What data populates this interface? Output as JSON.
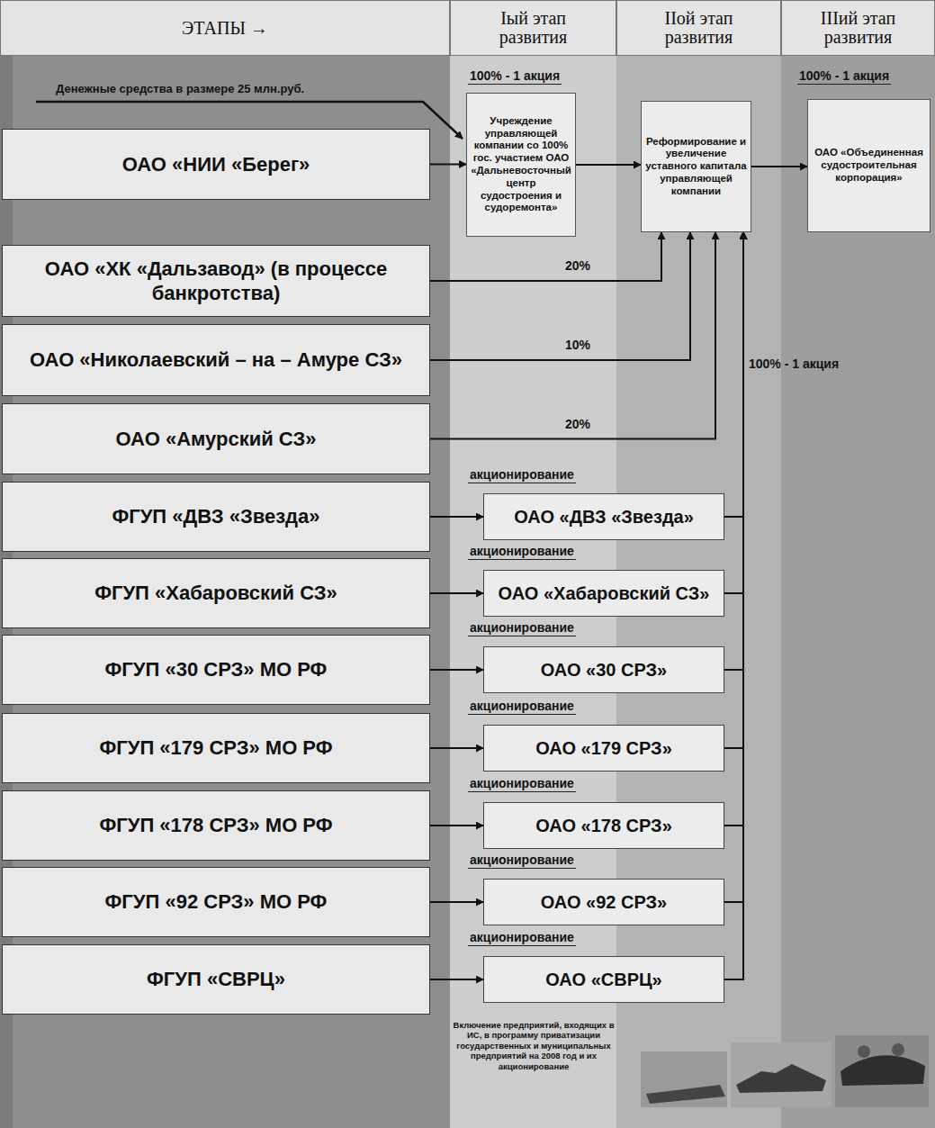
{
  "diagram": {
    "nodes": [
      {
        "text": [
          "ЭТАПЫ →"
        ]
      },
      {
        "text": [
          "Iый этап развития"
        ]
      },
      {
        "text": [
          "IIой этап развития"
        ]
      },
      {
        "text": [
          "IIIий этап развития"
        ]
      },
      {
        "text": [
          "ОАО «НИИ «Берег»"
        ]
      },
      {
        "text": [
          "Учреждение управляющей компании со 100% гос. участием ОАО «Дальневосточный центр судостроения и судоремонта»"
        ]
      },
      {
        "text": [
          "Реформирование и увеличение уставного капитала управляющей компании"
        ]
      },
      {
        "text": [
          "ОАО «Объединенная судостроительная корпорация»"
        ]
      },
      {
        "text": [
          "ОАО «ХК «Дальзавод» (в процессе банкротства)"
        ]
      },
      {
        "text": [
          "ОАО «Николаевский – на – Амуре СЗ»"
        ]
      },
      {
        "text": [
          "ОАО «Амурский СЗ»"
        ]
      },
      {
        "text": [
          "ФГУП «ДВЗ «Звезда»"
        ]
      },
      {
        "text": [
          "ОАО «ДВЗ «Звезда»"
        ]
      },
      {
        "text": [
          "ФГУП «Хабаровский СЗ»"
        ]
      },
      {
        "text": [
          "ОАО «Хабаровский СЗ»"
        ]
      },
      {
        "text": [
          "ФГУП «30 СРЗ» МО РФ"
        ]
      },
      {
        "text": [
          "ОАО «30 СРЗ»"
        ]
      },
      {
        "text": [
          "ФГУП «179 СРЗ» МО РФ"
        ]
      },
      {
        "text": [
          "ОАО «179 СРЗ»"
        ]
      },
      {
        "text": [
          "ФГУП «178 СРЗ» МО РФ"
        ]
      },
      {
        "text": [
          "ОАО «178 СРЗ»"
        ]
      },
      {
        "text": [
          "ФГУП «92 СРЗ» МО РФ"
        ]
      },
      {
        "text": [
          "ОАО «92 СРЗ»"
        ]
      },
      {
        "text": [
          "ФГУП «СВРЦ»"
        ]
      },
      {
        "text": [
          "ОАО «СВРЦ»"
        ]
      }
    ],
    "edges": [
      {
        "from": 4,
        "to": 5,
        "arrow": "to",
        "label": "100% - 1 акция"
      },
      {
        "from": 5,
        "to": 6,
        "arrow": "to"
      },
      {
        "from": 6,
        "to": 7,
        "arrow": "to",
        "label": "100% - 1 акция"
      },
      {
        "from": 8,
        "to": 6,
        "arrow": "to",
        "label": "20%"
      },
      {
        "from": 9,
        "to": 6,
        "arrow": "to",
        "label": "10%"
      },
      {
        "from": 10,
        "to": 6,
        "arrow": "to",
        "label": "20%"
      },
      {
        "from": 11,
        "to": 12,
        "arrow": "to",
        "label": "акционирование"
      },
      {
        "from": 13,
        "to": 14,
        "arrow": "to",
        "label": "акционирование"
      },
      {
        "from": 15,
        "to": 16,
        "arrow": "to",
        "label": "акционирование"
      },
      {
        "from": 17,
        "to": 18,
        "arrow": "to",
        "label": "акционирование"
      },
      {
        "from": 19,
        "to": 20,
        "arrow": "to",
        "label": "акционирование"
      },
      {
        "from": 21,
        "to": 22,
        "arrow": "to",
        "label": "акционирование"
      },
      {
        "from": 23,
        "to": 24,
        "arrow": "to",
        "label": "акционирование"
      },
      {
        "from": 12,
        "to": 6,
        "arrow": "to"
      },
      {
        "from": 14,
        "to": 6,
        "arrow": "to"
      },
      {
        "from": 16,
        "to": 6,
        "arrow": "to"
      },
      {
        "from": 18,
        "to": 6,
        "arrow": "to"
      },
      {
        "from": 20,
        "to": 6,
        "arrow": "to"
      },
      {
        "from": 22,
        "to": 6,
        "arrow": "to"
      },
      {
        "from": 24,
        "to": 6,
        "arrow": "to"
      }
    ],
    "labels": [
      "Денежные средства в размере 25 млн.руб.",
      "100% - 1 акция",
      "Включение предприятий, входящих в ИС, в программу приватизации государственных и муниципальных предприятий на 2008 год и их акционирование"
    ]
  }
}
